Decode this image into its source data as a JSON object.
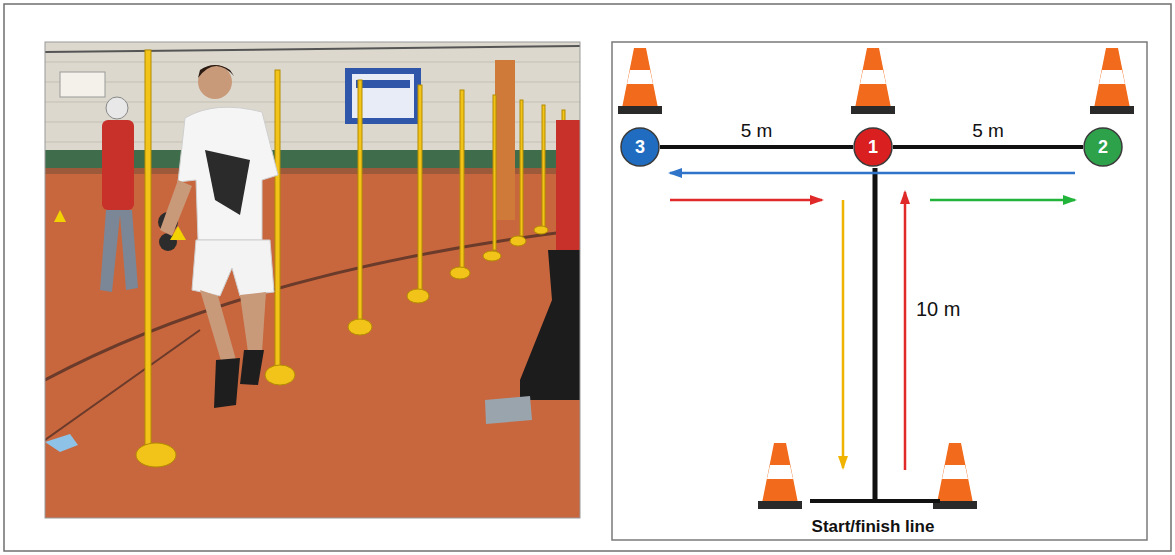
{
  "diagram": {
    "nodes": [
      {
        "text": [
          "3"
        ]
      },
      {
        "text": [
          "1"
        ]
      },
      {
        "text": [
          "2"
        ]
      }
    ],
    "edges": [
      {
        "from": 0,
        "to": 1,
        "label": "5 m",
        "arrow": "none"
      },
      {
        "from": 1,
        "to": 2,
        "label": "5 m",
        "arrow": "none"
      },
      {
        "from": 2,
        "to": 0,
        "arrow": "to"
      },
      {
        "from": 0,
        "to": 1,
        "arrow": "to"
      },
      {
        "from": 1,
        "to": 2,
        "arrow": "to"
      }
    ],
    "labels": [
      "10 m",
      "Start/finish line"
    ]
  }
}
